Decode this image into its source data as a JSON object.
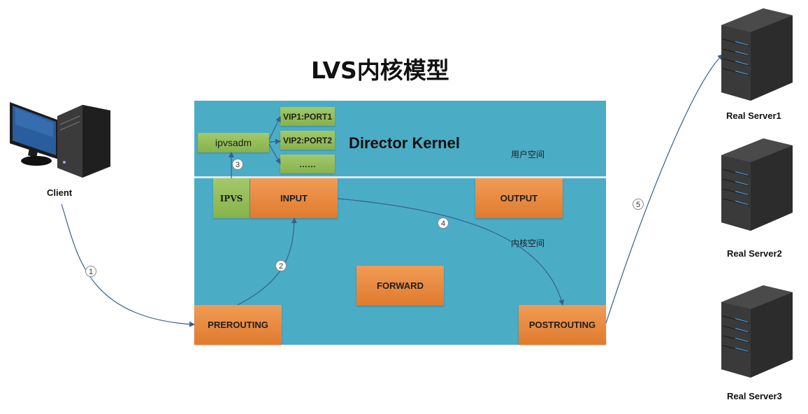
{
  "title": "LVS内核模型",
  "kernel": {
    "title": "Director Kernel",
    "user_space_label": "用户空间",
    "kernel_space_label": "内核空间"
  },
  "chains": {
    "input": "INPUT",
    "output": "OUTPUT",
    "forward": "FORWARD",
    "prerouting": "PREROUTING",
    "postrouting": "POSTROUTING"
  },
  "ipvs": "IPVS",
  "ipvsadm": "ipvsadm",
  "vip_rules": [
    "VIP1:PORT1",
    "VIP2:PORT2",
    "……"
  ],
  "client_label": "Client",
  "servers": [
    "Real  Server1",
    "Real  Server2",
    "Real  Server3"
  ],
  "steps": [
    "1",
    "2",
    "3",
    "4",
    "5"
  ],
  "colors": {
    "panel": "#4bacc6",
    "chain_box": "#ee8d46",
    "green_box": "#95be5b",
    "arrow": "#36608f"
  }
}
